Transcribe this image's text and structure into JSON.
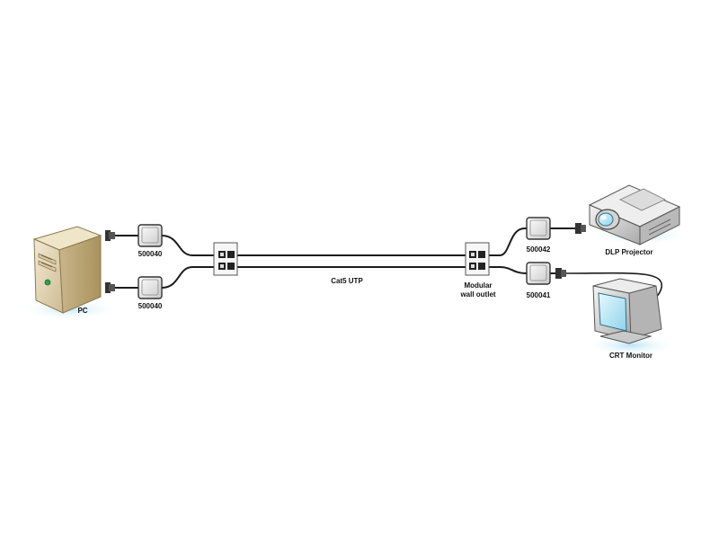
{
  "labels": {
    "pc": "PC",
    "adapter_top_left": "500040",
    "adapter_bottom_left": "500040",
    "cable": "Cat5 UTP",
    "wall_outlet_line1": "Modular",
    "wall_outlet_line2": "wall outlet",
    "adapter_top_right": "500042",
    "adapter_bottom_right": "500041",
    "projector": "DLP Projector",
    "monitor": "CRT Monitor"
  },
  "icons": {
    "pc": "pc-tower-icon",
    "projector": "projector-icon",
    "monitor": "crt-monitor-icon",
    "adapter": "adapter-box-icon",
    "outlet": "wall-outlet-icon",
    "plug": "vga-plug-icon"
  },
  "colors": {
    "cable": "#1c1c1c",
    "pc_body": "#e8dcc0",
    "device_body": "#e2e2e2",
    "screen": "#bfe9f5",
    "shadow": "#bde6f7"
  }
}
